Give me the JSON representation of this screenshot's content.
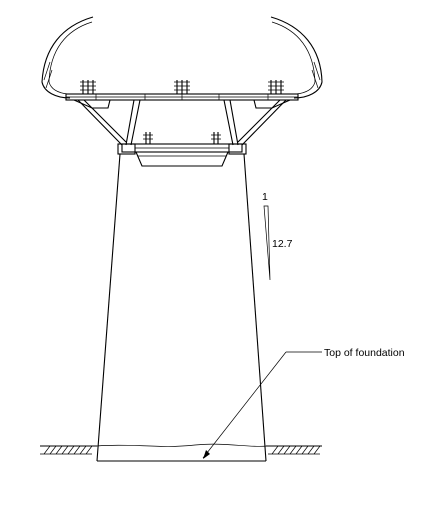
{
  "labels": {
    "slope_rise": "1",
    "slope_run": "12.7",
    "foundation": "Top of foundation"
  }
}
